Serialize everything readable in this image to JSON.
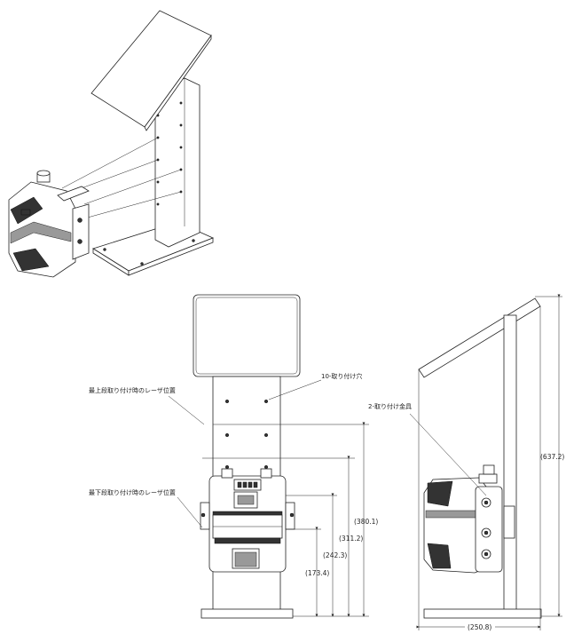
{
  "labels": {
    "holes": "10-取り付け穴",
    "top_laser": "最上段取り付け時のレーザ位置",
    "bottom_laser": "最下段取り付け時のレーザ位置",
    "brackets": "2-取り付け金具"
  },
  "dimensions": {
    "d380": "(380.1)",
    "d311": "(311.2)",
    "d242": "(242.3)",
    "d173": "(173.4)",
    "d637": "(637.2)",
    "d250": "(250.8)"
  }
}
